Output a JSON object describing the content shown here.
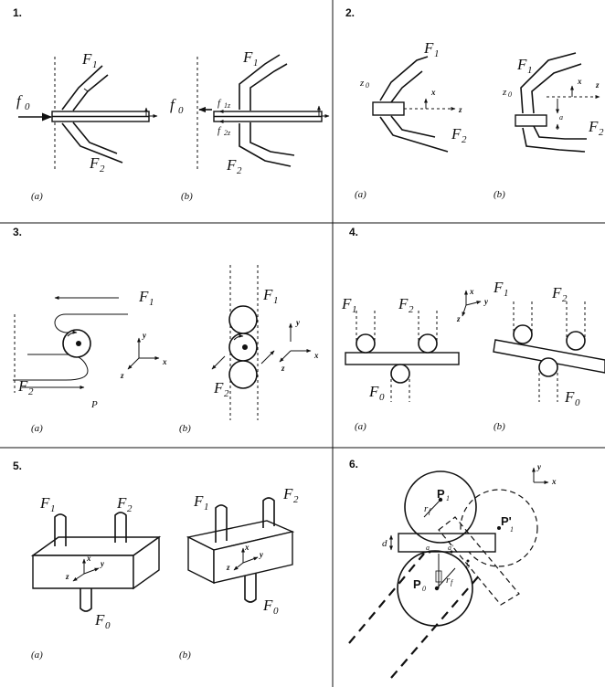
{
  "panels": [
    {
      "number": "1.",
      "captions": [
        "(a)",
        "(b)"
      ]
    },
    {
      "number": "2.",
      "captions": [
        "(a)",
        "(b)"
      ]
    },
    {
      "number": "3.",
      "captions": [
        "(a)",
        "(b)"
      ]
    },
    {
      "number": "4.",
      "captions": [
        "(a)",
        "(b)"
      ]
    },
    {
      "number": "5.",
      "captions": [
        "(a)",
        "(b)"
      ]
    },
    {
      "number": "6.",
      "captions": []
    }
  ],
  "labels": {
    "F1": "F",
    "F1_sub": "1",
    "F2": "F",
    "F2_sub": "2",
    "F0": "F",
    "F0_sub": "0",
    "f0": "f",
    "f0_sub": "0",
    "f1z": "f",
    "f1z_sub": "1z",
    "f2z": "f",
    "f2z_sub": "2z",
    "z0": "z",
    "z0_sub": "0",
    "P": "P",
    "P0": "P",
    "P0_sub": "0",
    "P1": "P",
    "P1_sub": "1",
    "P1p": "P'",
    "P1p_sub": "1",
    "d": "d",
    "a": "a",
    "b": "b",
    "ap": "a'",
    "rf": "r",
    "rf_sub": "f",
    "x": "x",
    "y": "y",
    "z": "z"
  }
}
